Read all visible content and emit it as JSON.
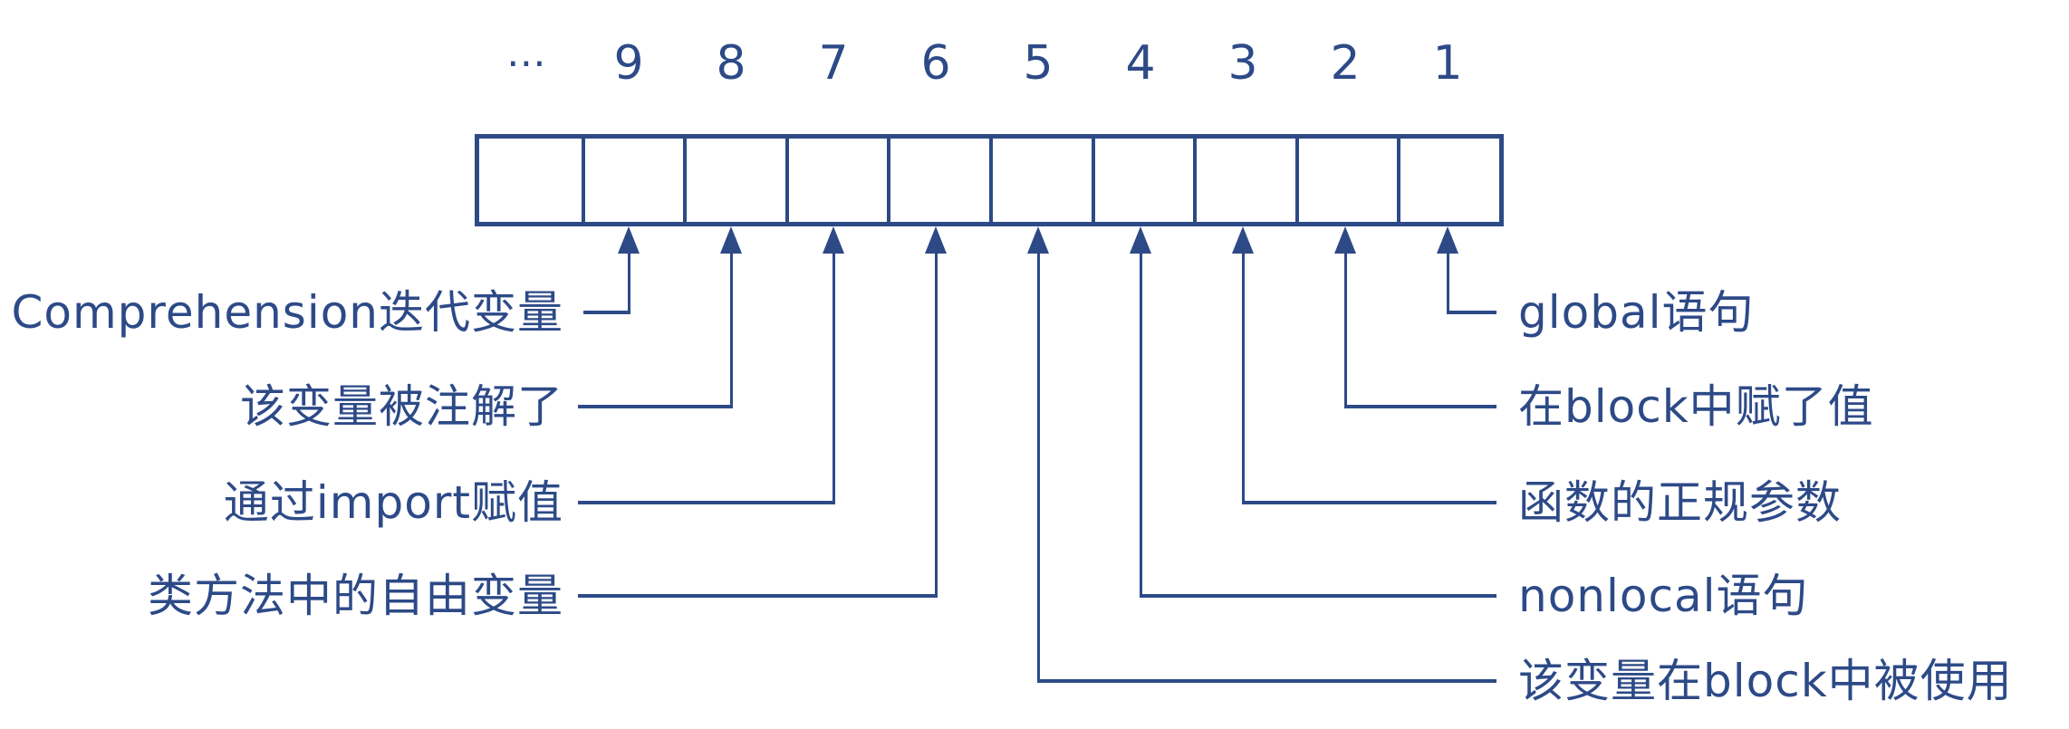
{
  "diagram": {
    "background": "#ffffff",
    "ink_color": "#2d4a87",
    "bit_headers": [
      "⋯",
      "9",
      "8",
      "7",
      "6",
      "5",
      "4",
      "3",
      "2",
      "1"
    ],
    "annotations_left": [
      {
        "bit": 9,
        "label": "Comprehension迭代变量"
      },
      {
        "bit": 8,
        "label": "该变量被注解了"
      },
      {
        "bit": 7,
        "label": "通过import赋值"
      },
      {
        "bit": 6,
        "label": "类方法中的自由变量"
      }
    ],
    "annotations_right": [
      {
        "bit": 1,
        "label": "global语句"
      },
      {
        "bit": 2,
        "label": "在block中赋了值"
      },
      {
        "bit": 3,
        "label": "函数的正规参数"
      },
      {
        "bit": 4,
        "label": "nonlocal语句"
      },
      {
        "bit": 5,
        "label": "该变量在block中被使用"
      }
    ]
  }
}
